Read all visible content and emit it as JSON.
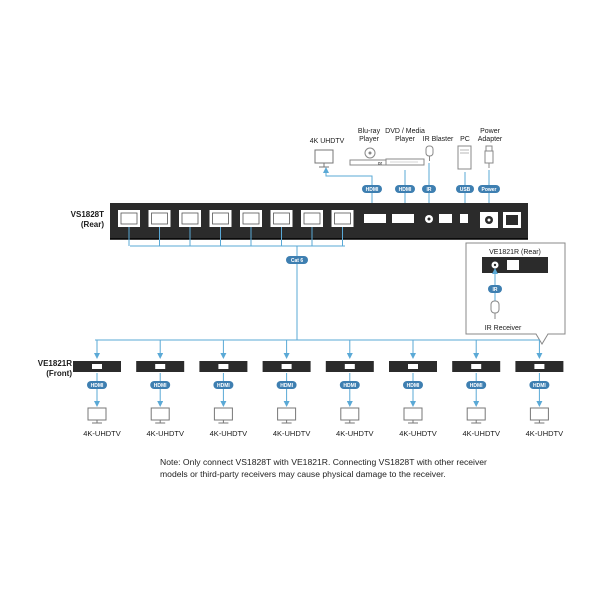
{
  "transmitter": {
    "model": "VS1828T",
    "sub": "(Rear)"
  },
  "receiver_group": {
    "model": "VE1821R",
    "sub": "(Front)"
  },
  "sources": {
    "uhdtv": "4K UHDTV",
    "bluray_1": "Blu-ray",
    "bluray_2": "Player",
    "dvd_1": "DVD / Media",
    "dvd_2": "Player",
    "or_text": "or",
    "ir_blaster": "IR Blaster",
    "pc": "PC",
    "power_1": "Power",
    "power_2": "Adapter"
  },
  "tags": {
    "hdmi": "HDMI",
    "ir": "IR",
    "usb": "USB",
    "power": "Power",
    "cat": "Cat 6"
  },
  "inset": {
    "title": "VE1821R (Rear)",
    "caption": "IR Receiver",
    "tag": "IR"
  },
  "outputs": [
    {
      "label": "4K-UHDTV"
    },
    {
      "label": "4K-UHDTV"
    },
    {
      "label": "4K-UHDTV"
    },
    {
      "label": "4K-UHDTV"
    },
    {
      "label": "4K-UHDTV"
    },
    {
      "label": "4K-UHDTV"
    },
    {
      "label": "4K-UHDTV"
    },
    {
      "label": "4K-UHDTV"
    }
  ],
  "note": "Note: Only connect VS1828T with VE1821R. Connecting VS1828T with other receiver models or third-party receivers may cause physical damage to the receiver.",
  "colors": {
    "wire": "#5aa9d6",
    "tag_fill": "#3e7fb1",
    "device": "#2b2b2b"
  }
}
